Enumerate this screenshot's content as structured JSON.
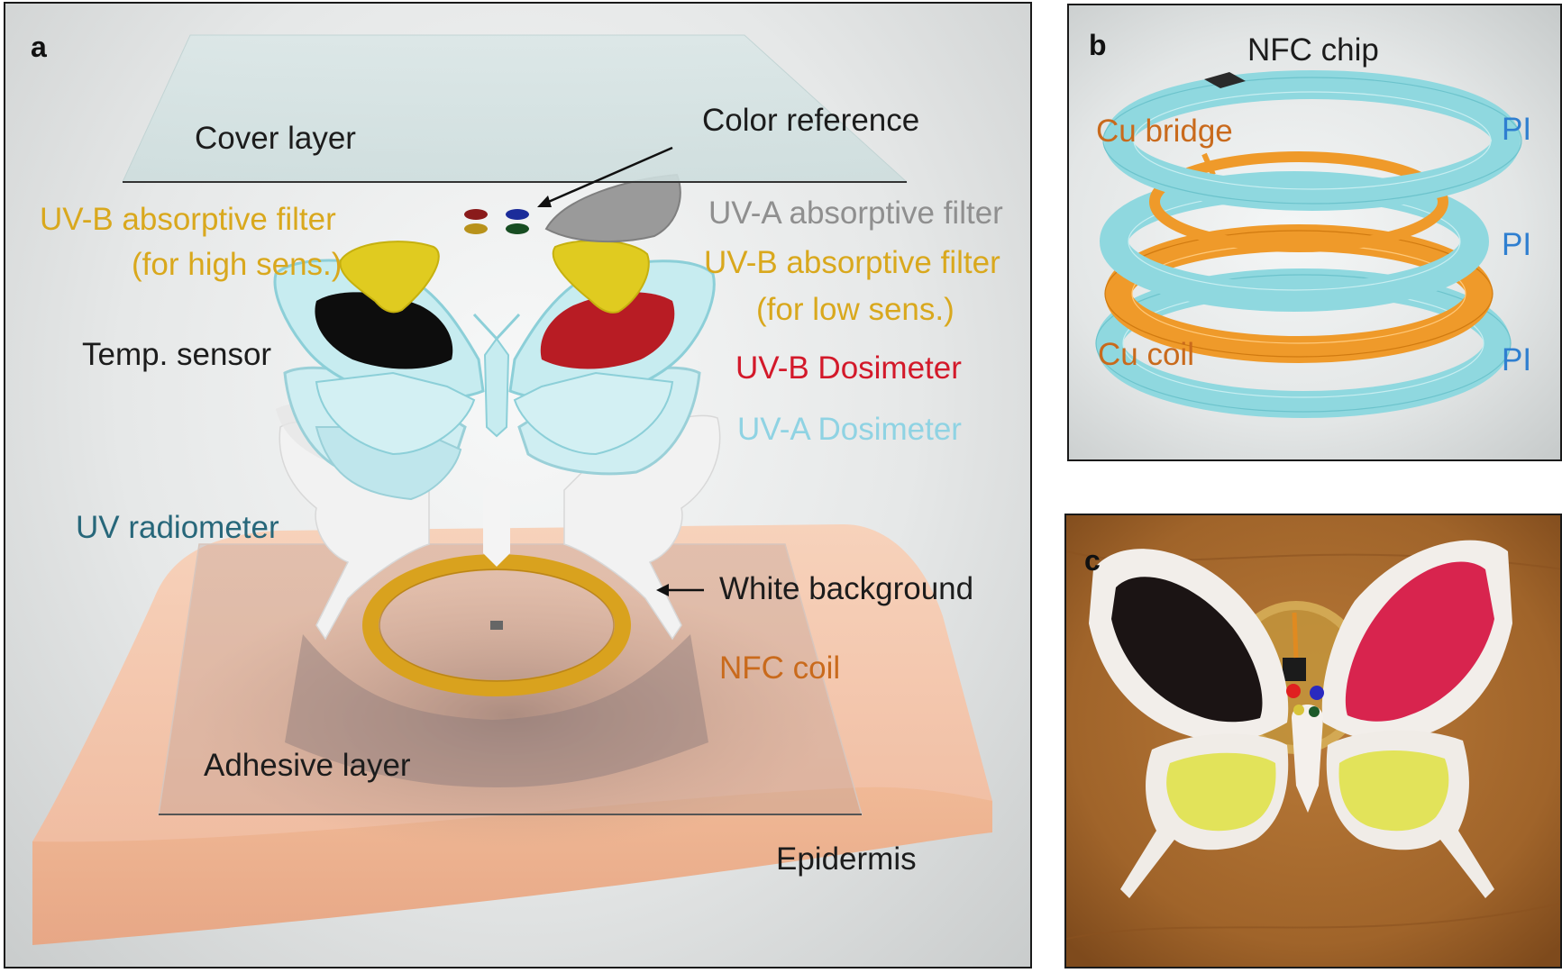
{
  "panel_a": {
    "panel_label": "a",
    "labels": {
      "cover_layer": "Cover layer",
      "color_reference": "Color reference",
      "uvb_filter_high_line1": "UV-B absorptive filter",
      "uvb_filter_high_line2": "(for high sens.)",
      "uva_filter": "UV-A absorptive  filter",
      "uvb_filter_low_line1": "UV-B absorptive filter",
      "uvb_filter_low_line2": "(for low sens.)",
      "temp_sensor": "Temp. sensor",
      "uvb_dosimeter": "UV-B Dosimeter",
      "uva_dosimeter": "UV-A Dosimeter",
      "uv_radiometer": "UV radiometer",
      "white_background": "White background",
      "nfc_coil": "NFC coil",
      "adhesive_layer": "Adhesive layer",
      "epidermis": "Epidermis"
    },
    "colors": {
      "cover": "#cfe0e0",
      "uvb_filter": "#e5d21e",
      "uva_filter": "#9a9a9a",
      "temp_sensor": "#111111",
      "uvb_dosimeter": "#b81c24",
      "uva_dosimeter": "#bfe6ec",
      "white_background": "#f4f4f4",
      "nfc_coil": "#d8a21e",
      "epidermis": "#f3c6aa"
    }
  },
  "panel_b": {
    "panel_label": "b",
    "labels": {
      "nfc_chip": "NFC chip",
      "cu_bridge": "Cu bridge",
      "cu_coil": "Cu coil",
      "pi_top": "PI",
      "pi_mid": "PI",
      "pi_bottom": "PI"
    },
    "colors": {
      "pi": "#8fd8df",
      "cu": "#ef9a2a"
    }
  },
  "panel_c": {
    "panel_label": "c",
    "colors": {
      "skin": "#a5692d",
      "black_wing": "#1b1414",
      "red_wing": "#d8244e",
      "yellow_wing": "#e2e35a"
    }
  }
}
